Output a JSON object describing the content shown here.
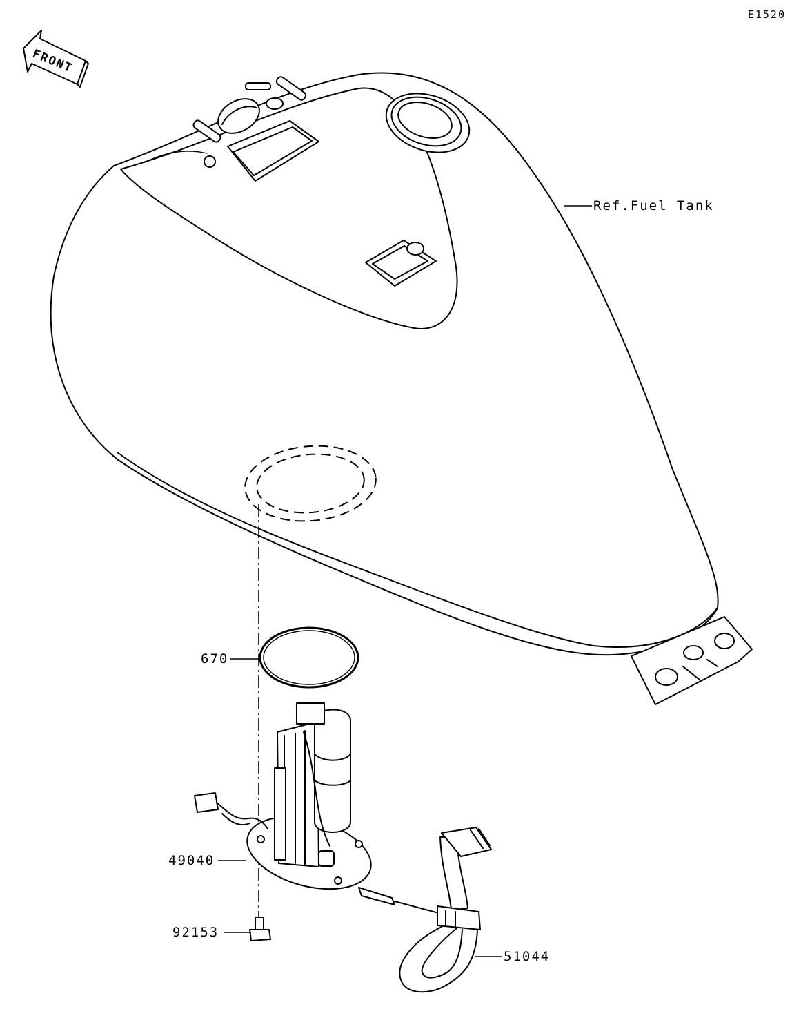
{
  "page_code": "E1520",
  "front_label": "FRONT",
  "labels": {
    "fuel_tank_ref": "Ref.Fuel Tank",
    "o_ring": "670",
    "fuel_pump": "49040",
    "bolt": "92153",
    "hose": "51044"
  }
}
